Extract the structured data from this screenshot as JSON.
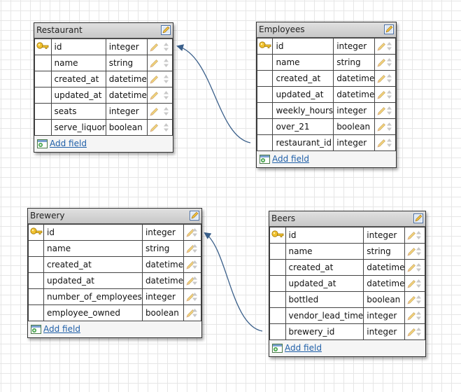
{
  "tables": [
    {
      "id": "restaurant",
      "title": "Restaurant",
      "add_label": "Add field",
      "fields": [
        {
          "name": "id",
          "type": "integer",
          "pk": true
        },
        {
          "name": "name",
          "type": "string",
          "pk": false
        },
        {
          "name": "created_at",
          "type": "datetime",
          "pk": false
        },
        {
          "name": "updated_at",
          "type": "datetime",
          "pk": false
        },
        {
          "name": "seats",
          "type": "integer",
          "pk": false
        },
        {
          "name": "serve_liquor",
          "type": "boolean",
          "pk": false
        }
      ]
    },
    {
      "id": "employees",
      "title": "Employees",
      "add_label": "Add field",
      "fields": [
        {
          "name": "id",
          "type": "integer",
          "pk": true
        },
        {
          "name": "name",
          "type": "string",
          "pk": false
        },
        {
          "name": "created_at",
          "type": "datetime",
          "pk": false
        },
        {
          "name": "updated_at",
          "type": "datetime",
          "pk": false
        },
        {
          "name": "weekly_hours",
          "type": "integer",
          "pk": false
        },
        {
          "name": "over_21",
          "type": "boolean",
          "pk": false
        },
        {
          "name": "restaurant_id",
          "type": "integer",
          "pk": false
        }
      ]
    },
    {
      "id": "brewery",
      "title": "Brewery",
      "add_label": "Add field",
      "fields": [
        {
          "name": "id",
          "type": "integer",
          "pk": true
        },
        {
          "name": "name",
          "type": "string",
          "pk": false
        },
        {
          "name": "created_at",
          "type": "datetime",
          "pk": false
        },
        {
          "name": "updated_at",
          "type": "datetime",
          "pk": false
        },
        {
          "name": "number_of_employees",
          "type": "integer",
          "pk": false
        },
        {
          "name": "employee_owned",
          "type": "boolean",
          "pk": false
        }
      ]
    },
    {
      "id": "beers",
      "title": "Beers",
      "add_label": "Add field",
      "fields": [
        {
          "name": "id",
          "type": "integer",
          "pk": true
        },
        {
          "name": "name",
          "type": "string",
          "pk": false
        },
        {
          "name": "created_at",
          "type": "datetime",
          "pk": false
        },
        {
          "name": "updated_at",
          "type": "datetime",
          "pk": false
        },
        {
          "name": "bottled",
          "type": "boolean",
          "pk": false
        },
        {
          "name": "vendor_lead_time",
          "type": "integer",
          "pk": false
        },
        {
          "name": "brewery_id",
          "type": "integer",
          "pk": false
        }
      ]
    }
  ],
  "relations": [
    {
      "from_table": "employees",
      "from_field": "restaurant_id",
      "to_table": "restaurant",
      "to_field": "id"
    },
    {
      "from_table": "beers",
      "from_field": "brewery_id",
      "to_table": "brewery",
      "to_field": "id"
    }
  ],
  "colors": {
    "link": "#1f5fa8",
    "relation": "#3a5f8a",
    "key": "#e0b020"
  },
  "icons": {
    "primary_key": "key-icon",
    "edit_table": "edit-table-icon",
    "edit_field": "pencil-icon",
    "reorder": "reorder-arrows-icon",
    "add": "add-field-icon"
  }
}
